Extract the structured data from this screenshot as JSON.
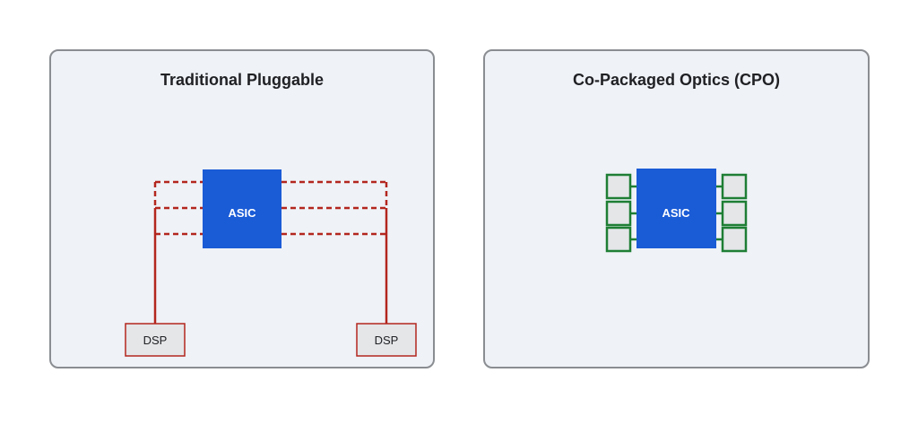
{
  "panels": {
    "left": {
      "title": "Traditional Pluggable",
      "asic_label": "ASIC",
      "dsp_left_label": "DSP",
      "dsp_right_label": "DSP"
    },
    "right": {
      "title": "Co-Packaged Optics (CPO)",
      "asic_label": "ASIC"
    }
  },
  "colors": {
    "asic": "#1a5bd6",
    "trace": "#b3261e",
    "optic_border": "#1e7e34",
    "optic_fill": "#e4e6e8",
    "dsp_fill": "#e4e6e8",
    "panel_fill": "#eff2f7",
    "panel_border": "#8a8d91"
  }
}
